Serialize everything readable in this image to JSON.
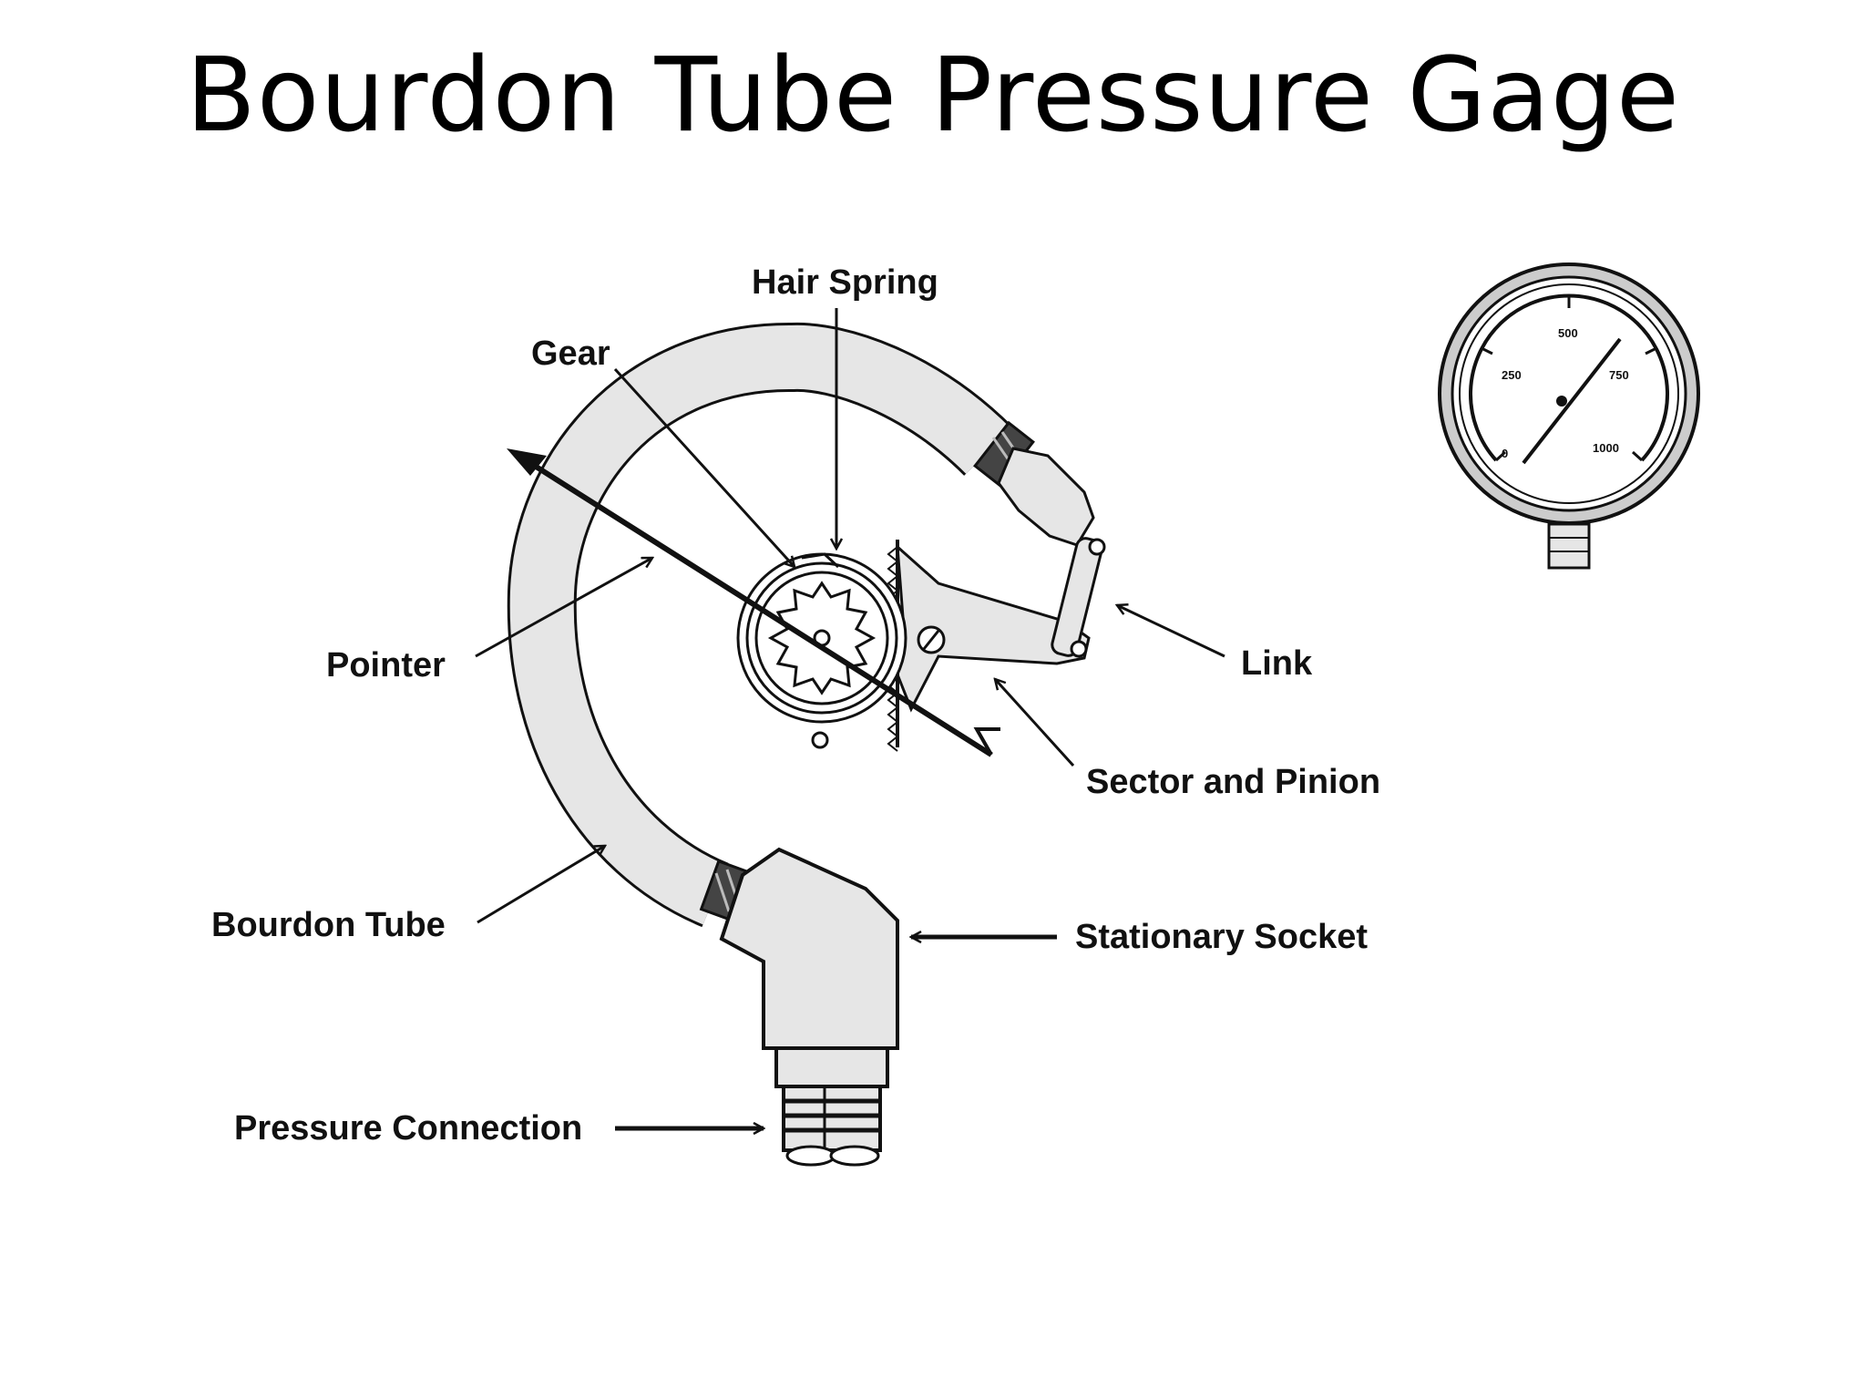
{
  "slide": {
    "title": "Bourdon Tube Pressure Gage"
  },
  "labels": {
    "hair_spring": "Hair Spring",
    "gear": "Gear",
    "pointer": "Pointer",
    "link": "Link",
    "sector_and_pinion": "Sector and Pinion",
    "bourdon_tube": "Bourdon Tube",
    "stationary_socket": "Stationary Socket",
    "pressure_connection": "Pressure Connection"
  },
  "gauge_dial": {
    "ticks": [
      "0",
      "250",
      "500",
      "750",
      "1000"
    ]
  },
  "colors": {
    "tube_fill": "#e6e6e6",
    "stroke": "#111111",
    "background": "#ffffff"
  }
}
